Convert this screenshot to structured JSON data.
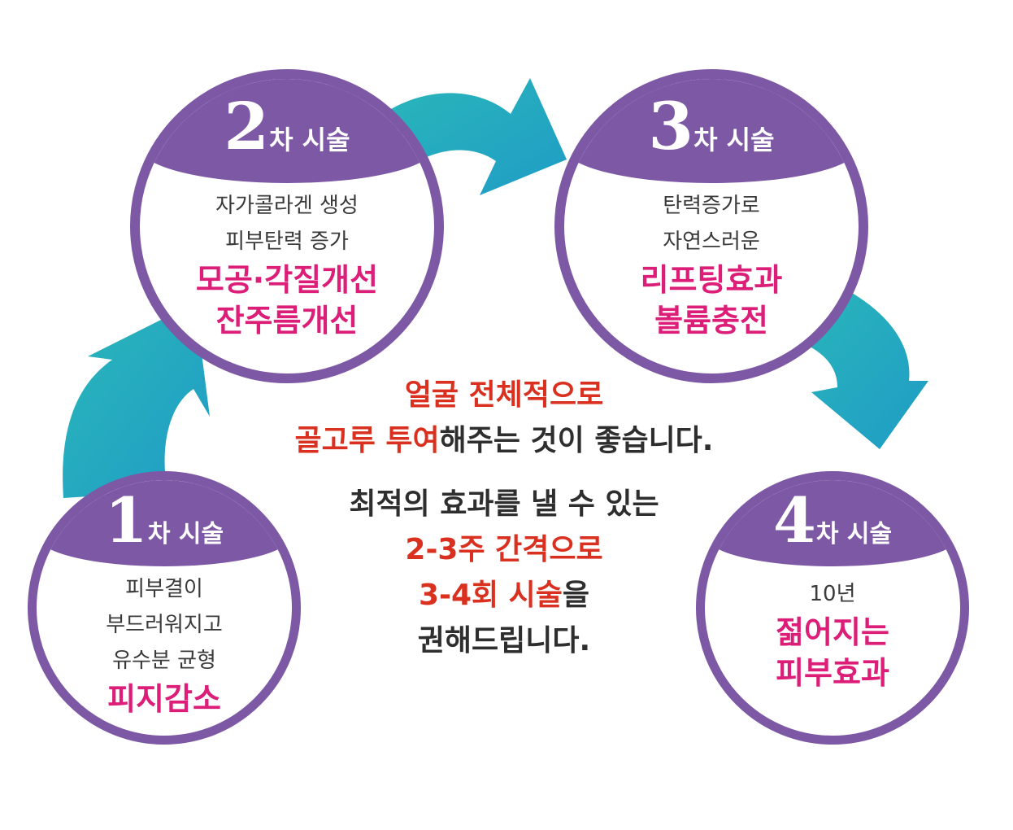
{
  "colors": {
    "circle_border": "#7d58a5",
    "cap": "#7d58a5",
    "magenta": "#dc1e78",
    "red": "#d9301f",
    "arrow_from": "#2ab7b9",
    "arrow_to": "#1f9cc6"
  },
  "steps": [
    {
      "num": "1",
      "title": "차 시술",
      "lines": [
        "피부결이",
        "부드러워지고",
        "유수분 균형"
      ],
      "highlight": [
        "피지감소"
      ]
    },
    {
      "num": "2",
      "title": "차 시술",
      "lines": [
        "자가콜라겐 생성",
        "피부탄력 증가"
      ],
      "highlight": [
        "모공·각질개선",
        "잔주름개선"
      ]
    },
    {
      "num": "3",
      "title": "차 시술",
      "lines": [
        "탄력증가로",
        "자연스러운"
      ],
      "highlight": [
        "리프팅효과",
        "볼륨충전"
      ]
    },
    {
      "num": "4",
      "title": "차 시술",
      "lines": [
        "10년"
      ],
      "highlight": [
        "젊어지는",
        "피부효과"
      ]
    }
  ],
  "center": {
    "line1": "얼굴 전체적으로",
    "line2_red": "골고루 투여",
    "line2_rest": "해주는 것이 좋습니다.",
    "line3": "최적의 효과를 낼 수 있는",
    "line4": "2-3주 간격으로",
    "line5_red": "3-4회 시술",
    "line5_rest": "을",
    "line6": "권해드립니다."
  }
}
